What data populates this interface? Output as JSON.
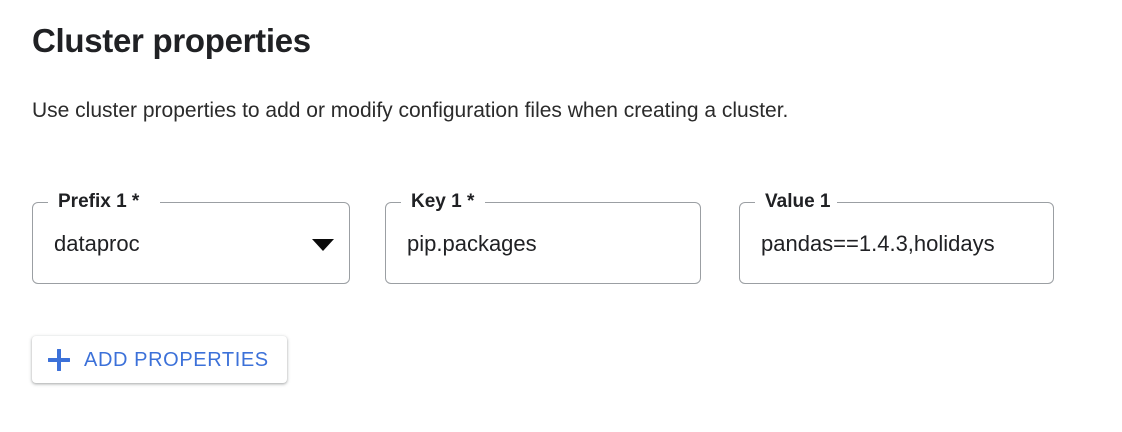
{
  "header": {
    "title": "Cluster properties",
    "description": "Use cluster properties to add or modify configuration files when creating a cluster."
  },
  "properties_row": {
    "prefix_field": {
      "label": "Prefix 1 *",
      "value": "dataproc",
      "control": "select",
      "icon": "triangle-down-icon"
    },
    "key_field": {
      "label": "Key 1 *",
      "value": "pip.packages",
      "control": "text"
    },
    "value_field": {
      "label": "Value 1",
      "value": "pandas==1.4.3,holidays",
      "control": "text"
    }
  },
  "actions": {
    "add_properties": {
      "label": "ADD PROPERTIES",
      "icon": "plus-icon"
    }
  },
  "colors": {
    "accent_blue": "#3c71d9",
    "text_primary": "#202124",
    "field_border": "#9b9fa3",
    "background": "#ffffff"
  }
}
